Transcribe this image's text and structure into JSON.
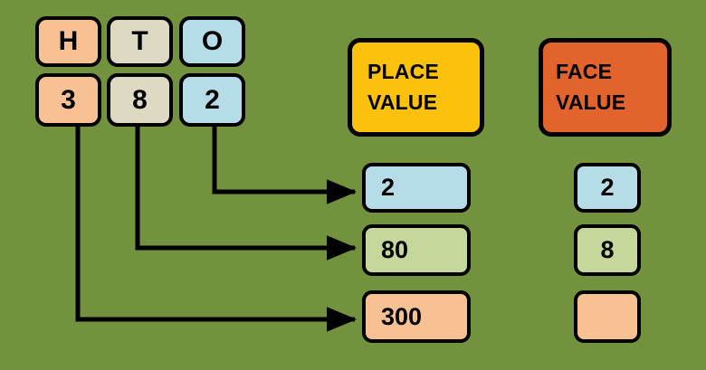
{
  "background_color": "#73923E",
  "palette": {
    "peach": "#F7C193",
    "tan": "#DDD9C3",
    "blue": "#B6DCE8",
    "green": "#C5D79A",
    "gold": "#FCC10B",
    "red_orange": "#E2632B",
    "outline": "#000000"
  },
  "place_chart": {
    "headers": [
      {
        "label": "H",
        "color": "#F7C193",
        "meaning": "hundreds"
      },
      {
        "label": "T",
        "color": "#DDD9C3",
        "meaning": "tens"
      },
      {
        "label": "O",
        "color": "#B6DCE8",
        "meaning": "ones"
      }
    ],
    "digits": [
      {
        "label": "3",
        "color": "#F7C193"
      },
      {
        "label": "8",
        "color": "#DDD9C3"
      },
      {
        "label": "2",
        "color": "#B6DCE8"
      }
    ],
    "number": "382"
  },
  "columns": {
    "place_value": {
      "title_line1": "PLACE",
      "title_line2": "VALUE",
      "header_color": "#FCC10B",
      "entries": [
        {
          "label": "2",
          "color": "#B6DCE8",
          "from_digit": "2"
        },
        {
          "label": "80",
          "color": "#C5D79A",
          "from_digit": "8"
        },
        {
          "label": "300",
          "color": "#F7C193",
          "from_digit": "3"
        }
      ]
    },
    "face_value": {
      "title_line1": "FACE",
      "title_line2": "VALUE",
      "header_color": "#E2632B",
      "entries": [
        {
          "label": "2",
          "color": "#B6DCE8"
        },
        {
          "label": "8",
          "color": "#C5D79A"
        },
        {
          "label": "",
          "color": "#F7C193"
        }
      ]
    }
  },
  "connectors": [
    {
      "name": "ones-to-place-value",
      "from": "2",
      "to": "2"
    },
    {
      "name": "tens-to-place-value",
      "from": "8",
      "to": "80"
    },
    {
      "name": "hundreds-to-place-value",
      "from": "3",
      "to": "300"
    }
  ]
}
